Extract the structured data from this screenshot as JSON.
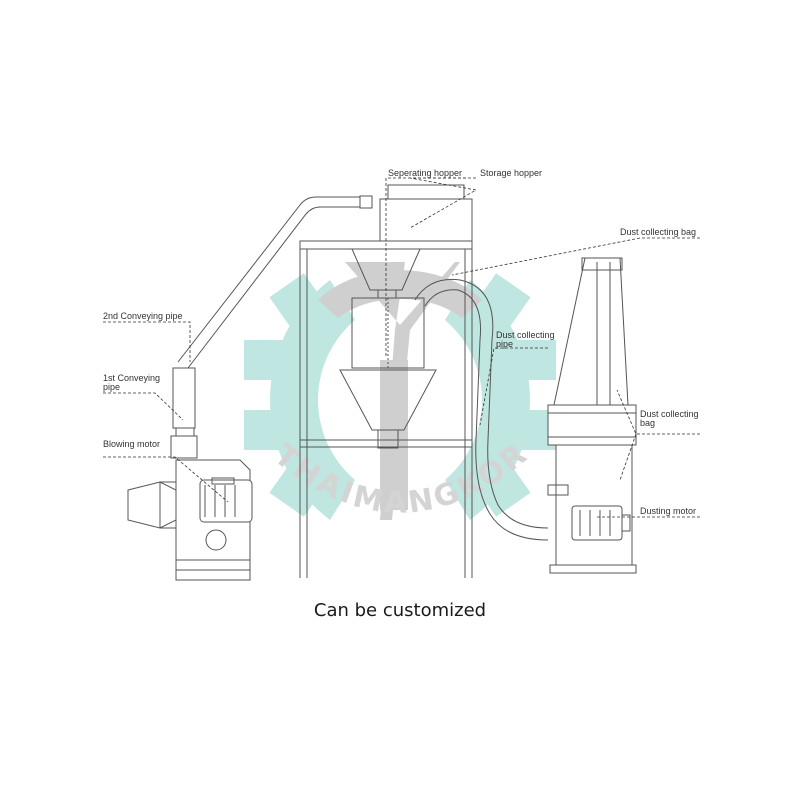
{
  "labels": {
    "separating_hopper": "Seperating hopper",
    "storage_hopper": "Storage hopper",
    "dust_collecting_bag_top": "Dust collecting bag",
    "second_conveying_pipe": "2nd  Conveying pipe",
    "dust_collecting_pipe_line1": "Dust collecting",
    "dust_collecting_pipe_line2": "pipe",
    "first_conveying_pipe_line1": "1st  Conveying",
    "first_conveying_pipe_line2": "pipe",
    "blowing_motor": "Blowing motor",
    "dust_collecting_bag_mid_line1": "Dust collecting",
    "dust_collecting_bag_mid_line2": "bag",
    "dusting_motor": "Dusting motor"
  },
  "watermark": "THAIMANGKORN",
  "caption": "Can be customized",
  "colors": {
    "watermark_gear": "#bfe6e0",
    "watermark_arc": "#cfcfcf",
    "line": "#555555"
  }
}
